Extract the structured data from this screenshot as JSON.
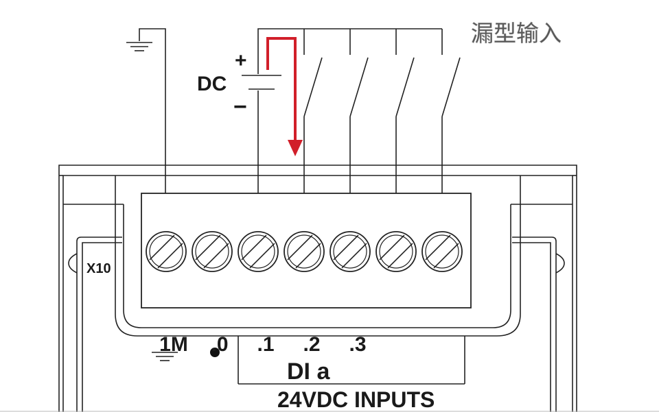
{
  "caption": "漏型输入",
  "power": {
    "label": "DC",
    "plus": "+",
    "minus": "−"
  },
  "connector_id": "X10",
  "terminals": [
    {
      "id": "t0",
      "label": "1M"
    },
    {
      "id": "t1",
      "label": ".0"
    },
    {
      "id": "t2",
      "label": ".1"
    },
    {
      "id": "t3",
      "label": ".2"
    },
    {
      "id": "t4",
      "label": ".3"
    },
    {
      "id": "t5",
      "label": ""
    },
    {
      "id": "t6",
      "label": ""
    }
  ],
  "module": {
    "group_label": "DI a",
    "inputs_label": "24VDC INPUTS"
  },
  "colors": {
    "line": "#222222",
    "current_arrow": "#d11f2a"
  }
}
